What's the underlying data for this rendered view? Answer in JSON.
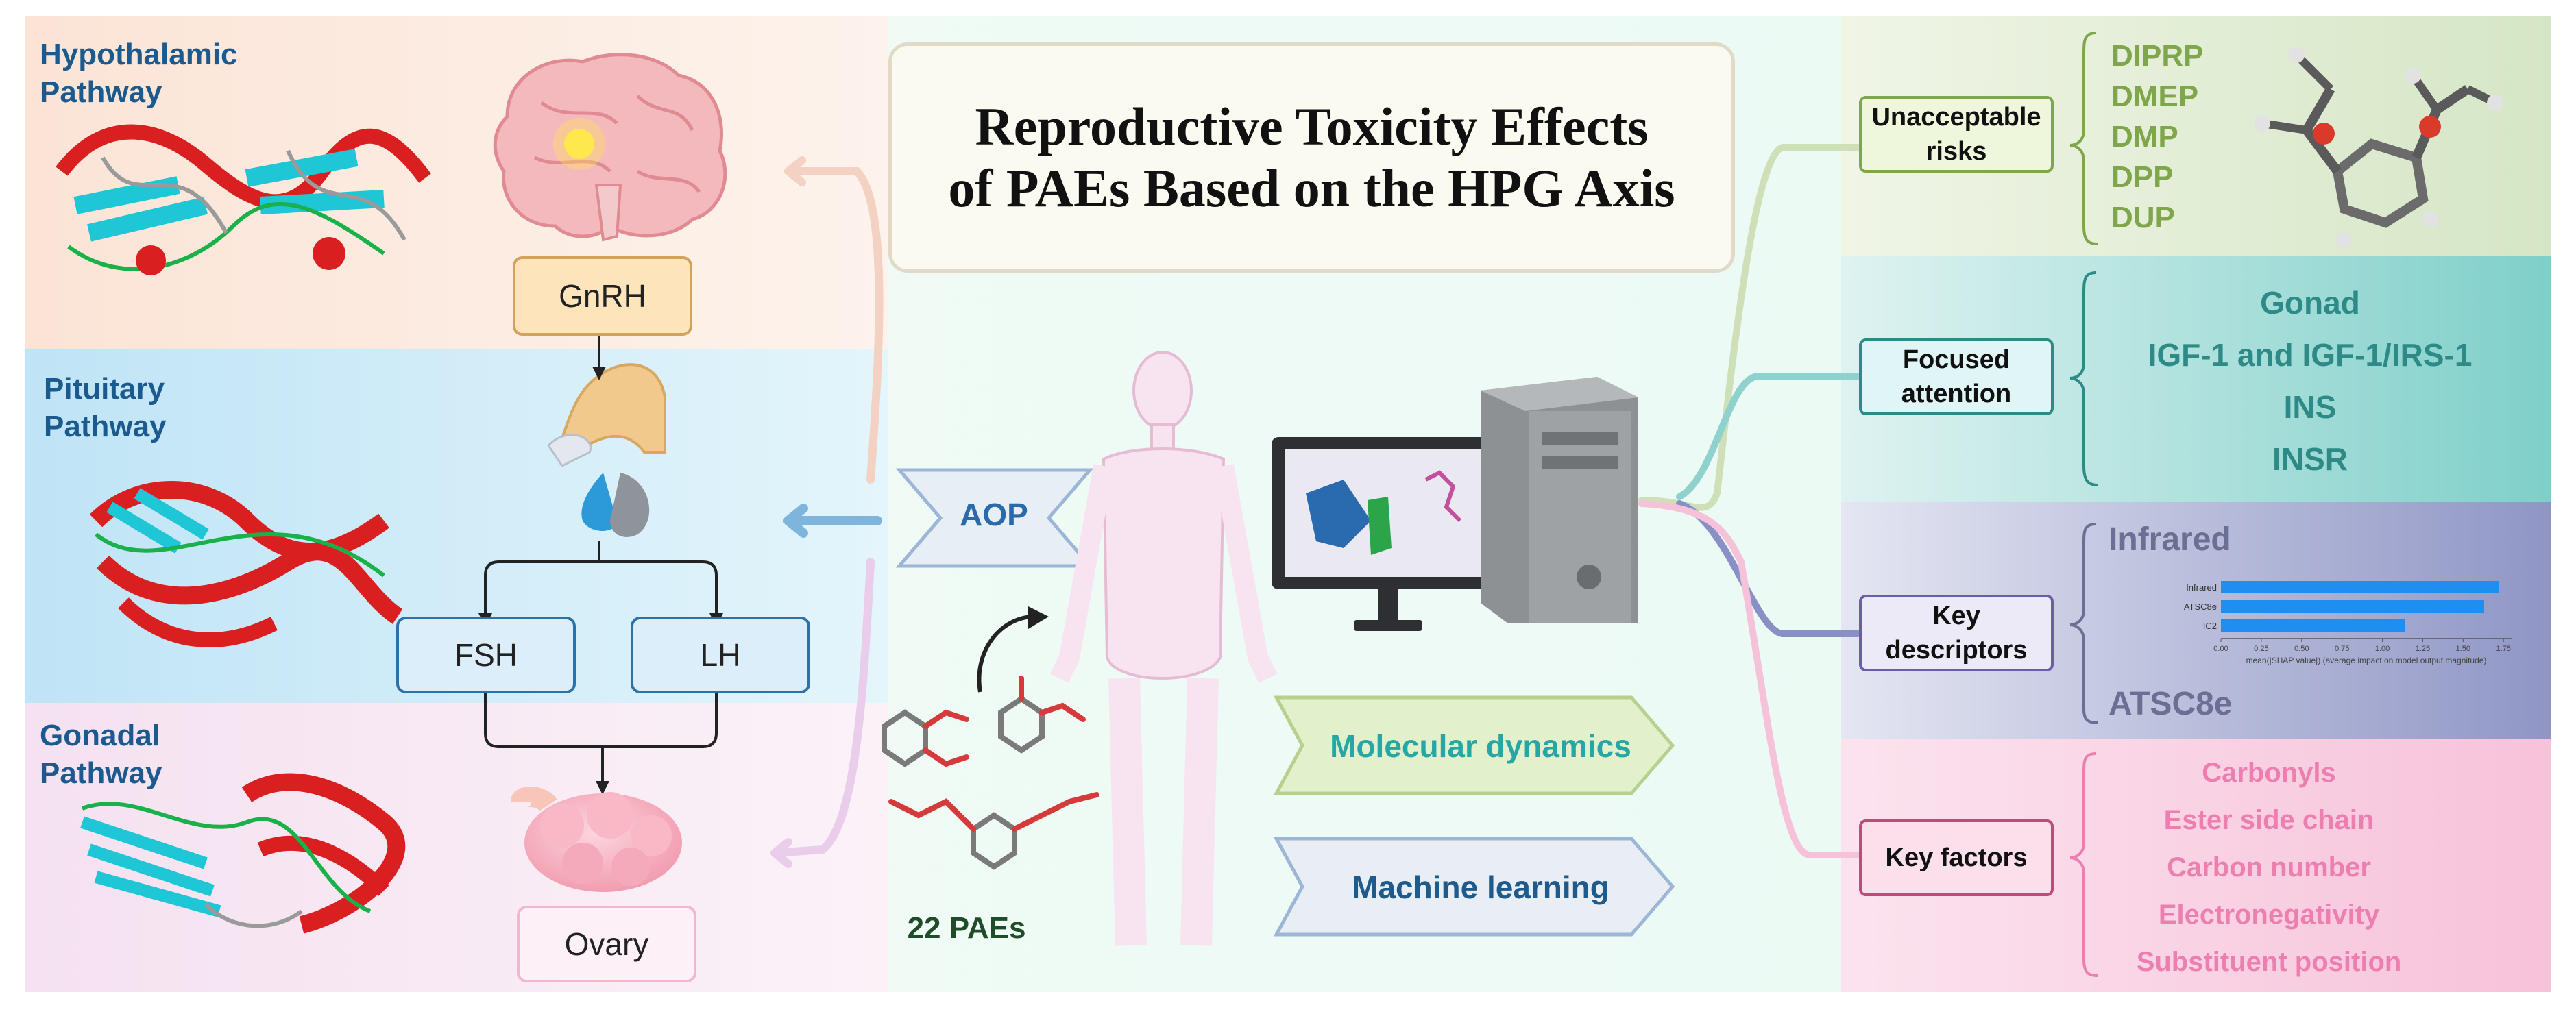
{
  "title": {
    "line1": "Reproductive Toxicity  Effects",
    "line2": "of PAEs Based on the HPG Axis"
  },
  "pathways": {
    "hypothalamic": "Hypothalamic\nPathway",
    "pituitary": "Pituitary\nPathway",
    "gonadal": "Gonadal\nPathway"
  },
  "hormones": {
    "gnrh": "GnRH",
    "fsh": "FSH",
    "lh": "LH",
    "ovary": "Ovary"
  },
  "center": {
    "aop": "AOP",
    "paes": "22 PAEs",
    "molecular_dynamics": "Molecular dynamics",
    "machine_learning": "Machine learning"
  },
  "categories": {
    "unacceptable": "Unacceptable\nrisks",
    "focused": "Focused\nattention",
    "descriptors": "Key\ndescriptors",
    "factors": "Key factors"
  },
  "unacceptable_items": [
    "DIPRP",
    "DMEP",
    "DMP",
    "DPP",
    "DUP"
  ],
  "focused_items": [
    "Gonad",
    "IGF-1 and IGF-1/IRS-1",
    "INS",
    "INSR"
  ],
  "descriptors": {
    "top": "Infrared",
    "bottom": "ATSC8e"
  },
  "factor_items": [
    "Carbonyls",
    "Ester side chain",
    "Carbon number",
    "Electronegativity",
    "Substituent position"
  ],
  "chart_data": {
    "type": "bar",
    "orientation": "horizontal",
    "categories": [
      "Infrared",
      "ATSC8e",
      "IC2"
    ],
    "values": [
      1.72,
      1.63,
      1.14
    ],
    "xlim": [
      0,
      1.8
    ],
    "xticks": [
      "0.00",
      "0.25",
      "0.50",
      "0.75",
      "1.00",
      "1.25",
      "1.50",
      "1.75"
    ],
    "xlabel": "mean(|SHAP value|) (average impact on model output magnitude)",
    "color": "#1f8ef1"
  },
  "colors": {
    "unacceptable": "#7fa64a",
    "focused": "#2e8a86",
    "descriptors": "#6a6f93",
    "factors": "#ec7fb0",
    "pathway_text": "#1b5a8e",
    "aop_text": "#2a6aa8",
    "md_text": "#27a6a6",
    "ml_text": "#1e5b8c",
    "paes_text": "#1f4d2a"
  }
}
